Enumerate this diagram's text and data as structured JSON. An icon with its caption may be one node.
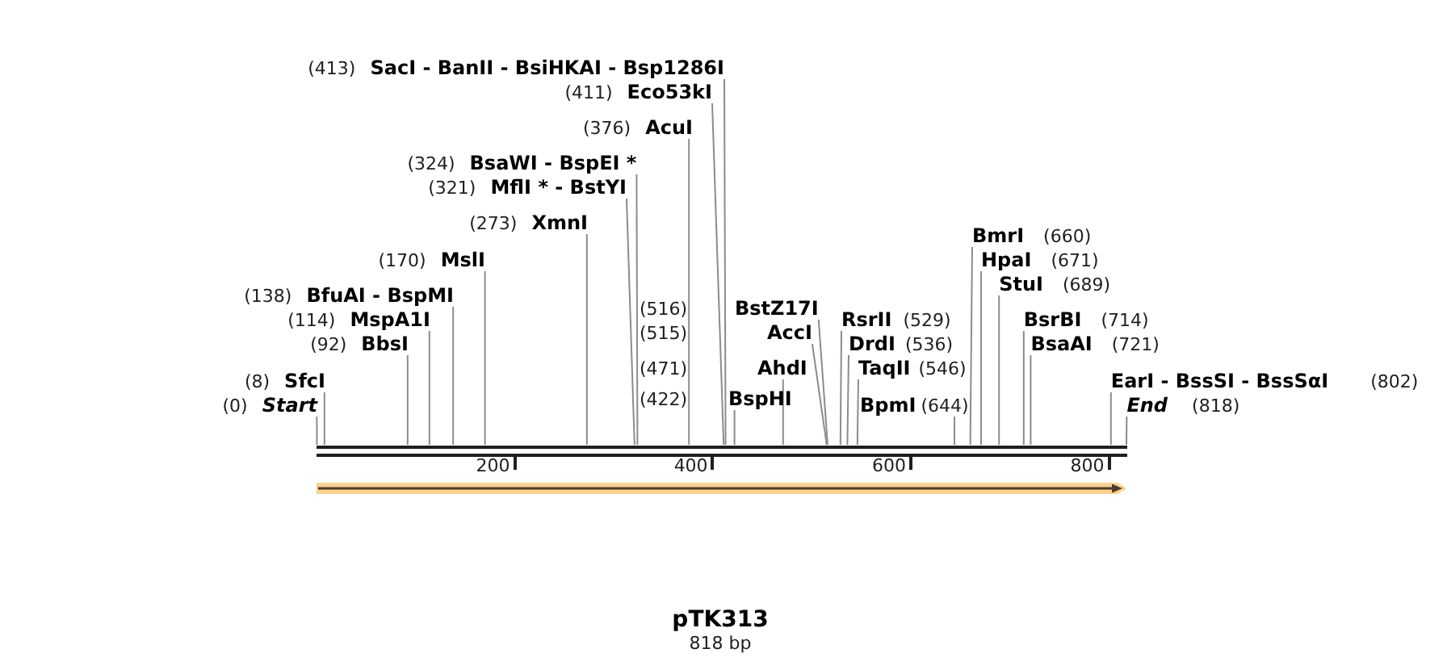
{
  "diagram": {
    "title": "pTK313",
    "caption": "818 bp",
    "nodes": [
      {
        "text": [
          "(413)",
          "SacI - BanII - BsiHKAI - Bsp1286I"
        ]
      },
      {
        "text": [
          "(411)",
          "Eco53kI"
        ]
      },
      {
        "text": [
          "(376)",
          "AcuI"
        ]
      },
      {
        "text": [
          "(324)",
          "BsaWI - BspEI *"
        ]
      },
      {
        "text": [
          "(321)",
          "MflI * - BstYI"
        ]
      },
      {
        "text": [
          "(273)",
          "XmnI"
        ]
      },
      {
        "text": [
          "BmrI",
          "(660)"
        ]
      },
      {
        "text": [
          "(170)",
          "MslI"
        ]
      },
      {
        "text": [
          "HpaI",
          "(671)"
        ]
      },
      {
        "text": [
          "StuI",
          "(689)"
        ]
      },
      {
        "text": [
          "(138)",
          "BfuAI - BspMI"
        ]
      },
      {
        "text": [
          "(516)",
          "BstZ17I"
        ]
      },
      {
        "text": [
          "(114)",
          "MspA1I"
        ]
      },
      {
        "text": [
          "RsrII",
          "(529)"
        ]
      },
      {
        "text": [
          "BsrBI",
          "(714)"
        ]
      },
      {
        "text": [
          "(515)",
          "AccI"
        ]
      },
      {
        "text": [
          "(92)",
          "BbsI"
        ]
      },
      {
        "text": [
          "DrdI",
          "(536)"
        ]
      },
      {
        "text": [
          "BsaAI",
          "(721)"
        ]
      },
      {
        "text": [
          "(471)",
          "AhdI"
        ]
      },
      {
        "text": [
          "TaqII",
          "(546)"
        ]
      },
      {
        "text": [
          "(8)",
          "SfcI"
        ]
      },
      {
        "text": [
          "EarI - BssSI - BssSαI",
          "(802)"
        ]
      },
      {
        "text": [
          "(0)",
          "Start"
        ]
      },
      {
        "text": [
          "(422)",
          "BspHI"
        ]
      },
      {
        "text": [
          "BpmI",
          "(644)"
        ]
      },
      {
        "text": [
          "End",
          "(818)"
        ]
      },
      {
        "text": [],
        "shape": "bar"
      }
    ],
    "edges": [
      {
        "from": 0,
        "to": 27,
        "arrow": "none"
      },
      {
        "from": 1,
        "to": 27,
        "arrow": "none"
      },
      {
        "from": 2,
        "to": 27,
        "arrow": "none"
      },
      {
        "from": 3,
        "to": 27,
        "arrow": "none"
      },
      {
        "from": 4,
        "to": 27,
        "arrow": "none"
      },
      {
        "from": 5,
        "to": 27,
        "arrow": "none"
      },
      {
        "from": 6,
        "to": 27,
        "arrow": "none"
      },
      {
        "from": 7,
        "to": 27,
        "arrow": "none"
      },
      {
        "from": 8,
        "to": 27,
        "arrow": "none"
      },
      {
        "from": 9,
        "to": 27,
        "arrow": "none"
      },
      {
        "from": 10,
        "to": 27,
        "arrow": "none"
      },
      {
        "from": 11,
        "to": 27,
        "arrow": "none"
      },
      {
        "from": 12,
        "to": 27,
        "arrow": "none"
      },
      {
        "from": 13,
        "to": 27,
        "arrow": "none"
      },
      {
        "from": 14,
        "to": 27,
        "arrow": "none"
      },
      {
        "from": 15,
        "to": 27,
        "arrow": "none"
      },
      {
        "from": 16,
        "to": 27,
        "arrow": "none"
      },
      {
        "from": 17,
        "to": 27,
        "arrow": "none"
      },
      {
        "from": 18,
        "to": 27,
        "arrow": "none"
      },
      {
        "from": 19,
        "to": 27,
        "arrow": "none"
      },
      {
        "from": 20,
        "to": 27,
        "arrow": "none"
      },
      {
        "from": 21,
        "to": 27,
        "arrow": "none"
      },
      {
        "from": 22,
        "to": 27,
        "arrow": "none"
      },
      {
        "from": 23,
        "to": 27,
        "arrow": "none"
      },
      {
        "from": 24,
        "to": 27,
        "arrow": "none"
      },
      {
        "from": 25,
        "to": 27,
        "arrow": "none"
      },
      {
        "from": 26,
        "to": 27,
        "arrow": "none"
      }
    ],
    "labels": [
      "200",
      "400",
      "600",
      "800"
    ]
  }
}
